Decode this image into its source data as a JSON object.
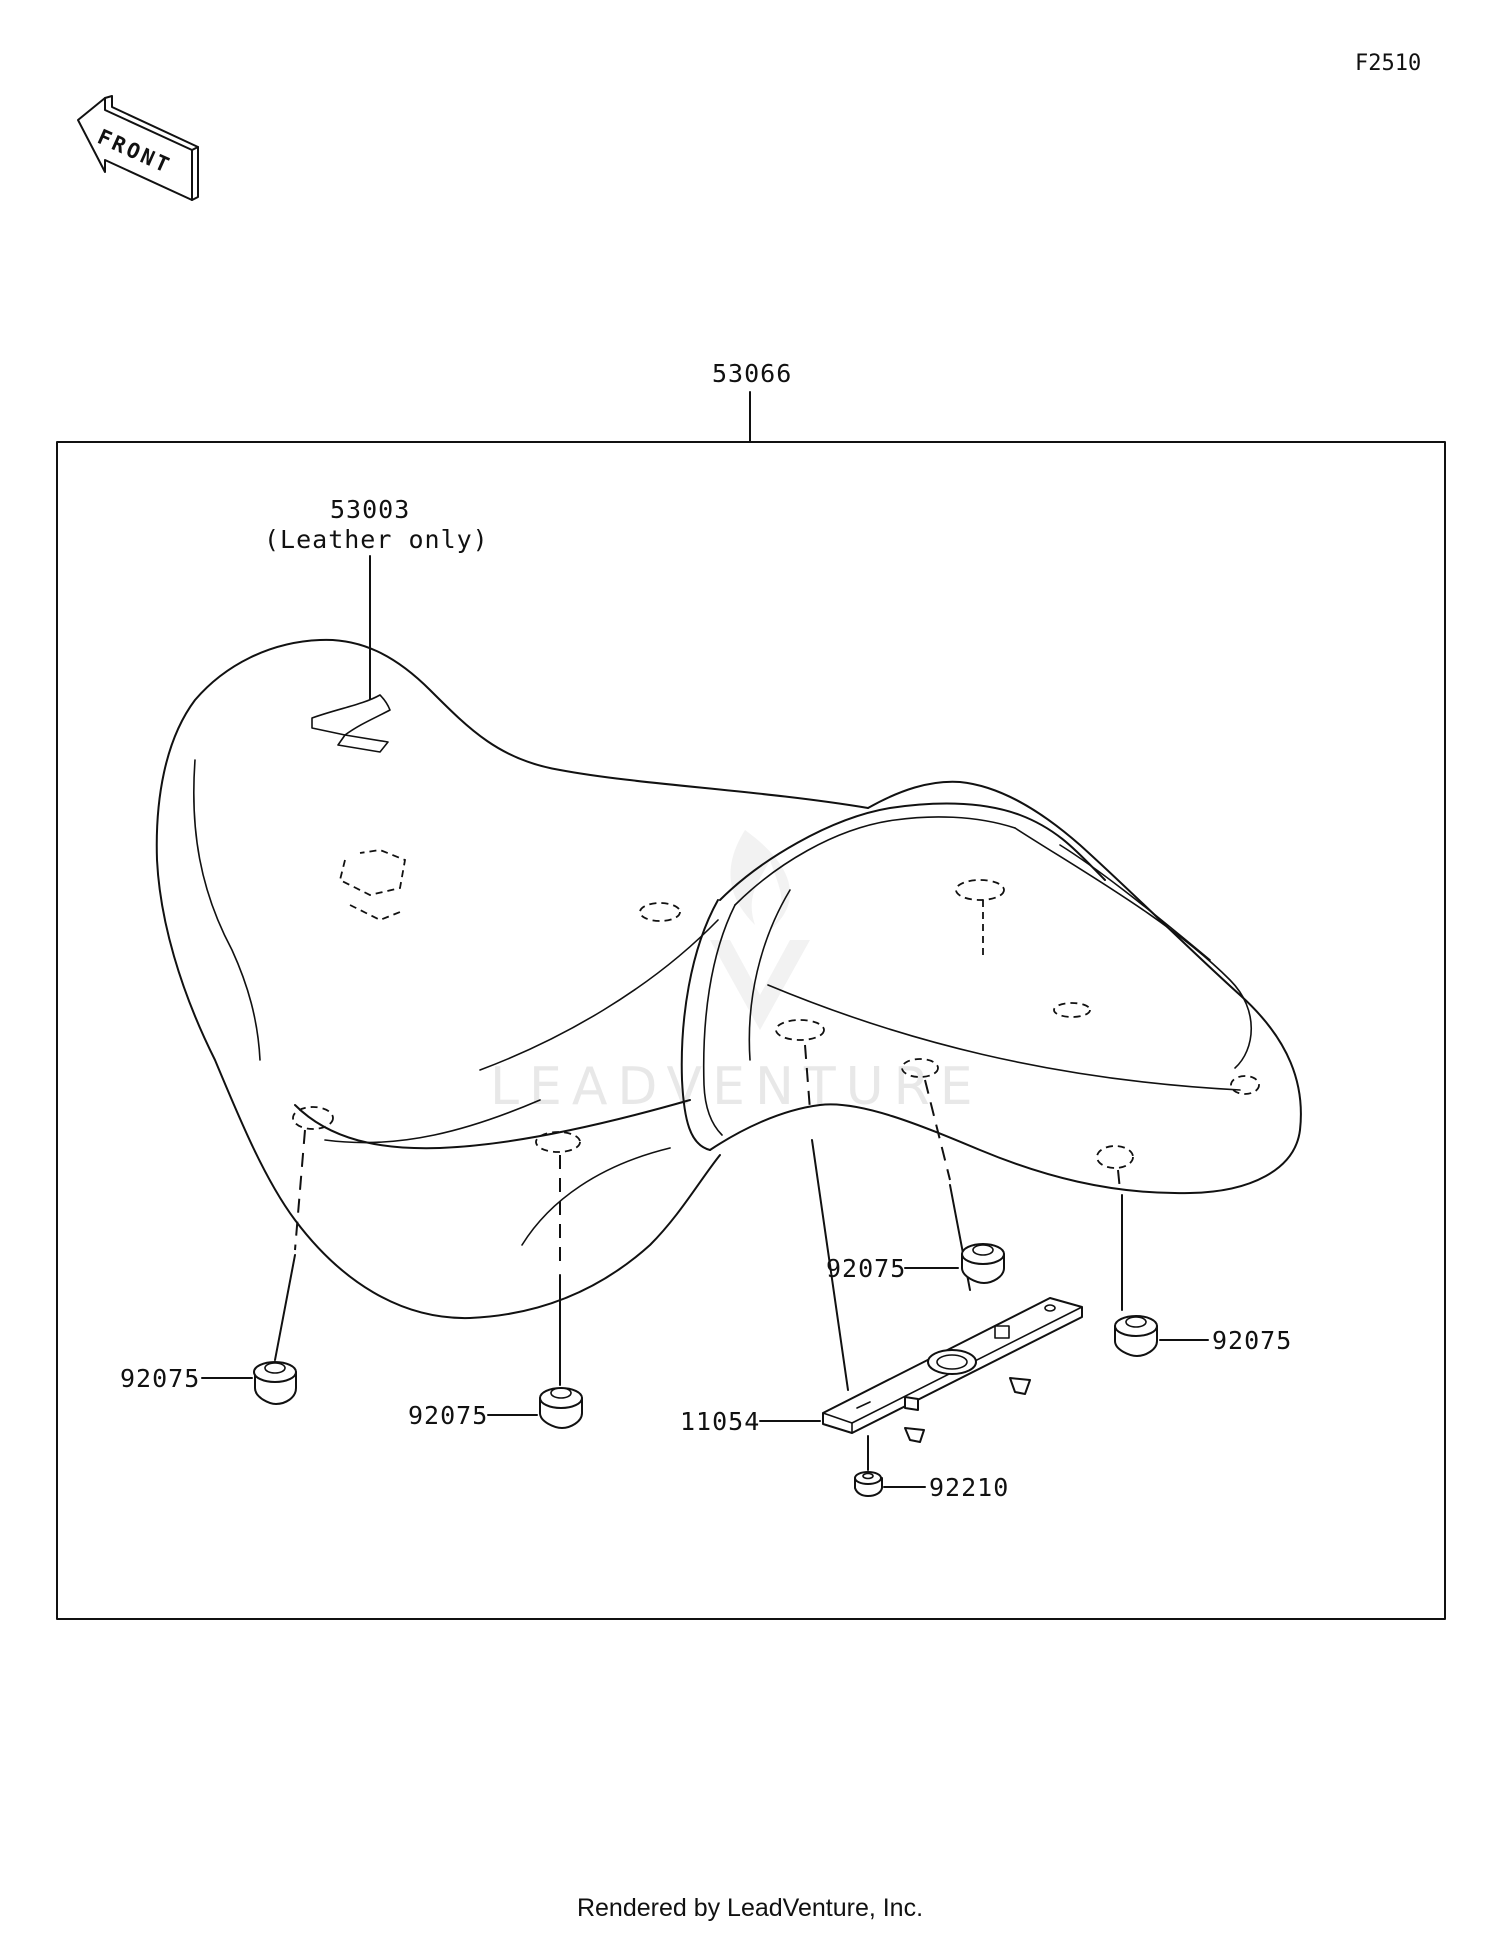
{
  "diagram_code": "F2510",
  "front_arrow_label": "FRONT",
  "assembly_part": "53066",
  "parts": {
    "emblem": {
      "number": "53003",
      "note": "(Leather only)"
    },
    "damper_front_left": "92075",
    "damper_front_center": "92075",
    "damper_rear_center": "92075",
    "damper_rear_right": "92075",
    "bracket": "11054",
    "nut": "92210"
  },
  "watermark": "LEADVENTURE",
  "footer": "Rendered by LeadVenture, Inc."
}
